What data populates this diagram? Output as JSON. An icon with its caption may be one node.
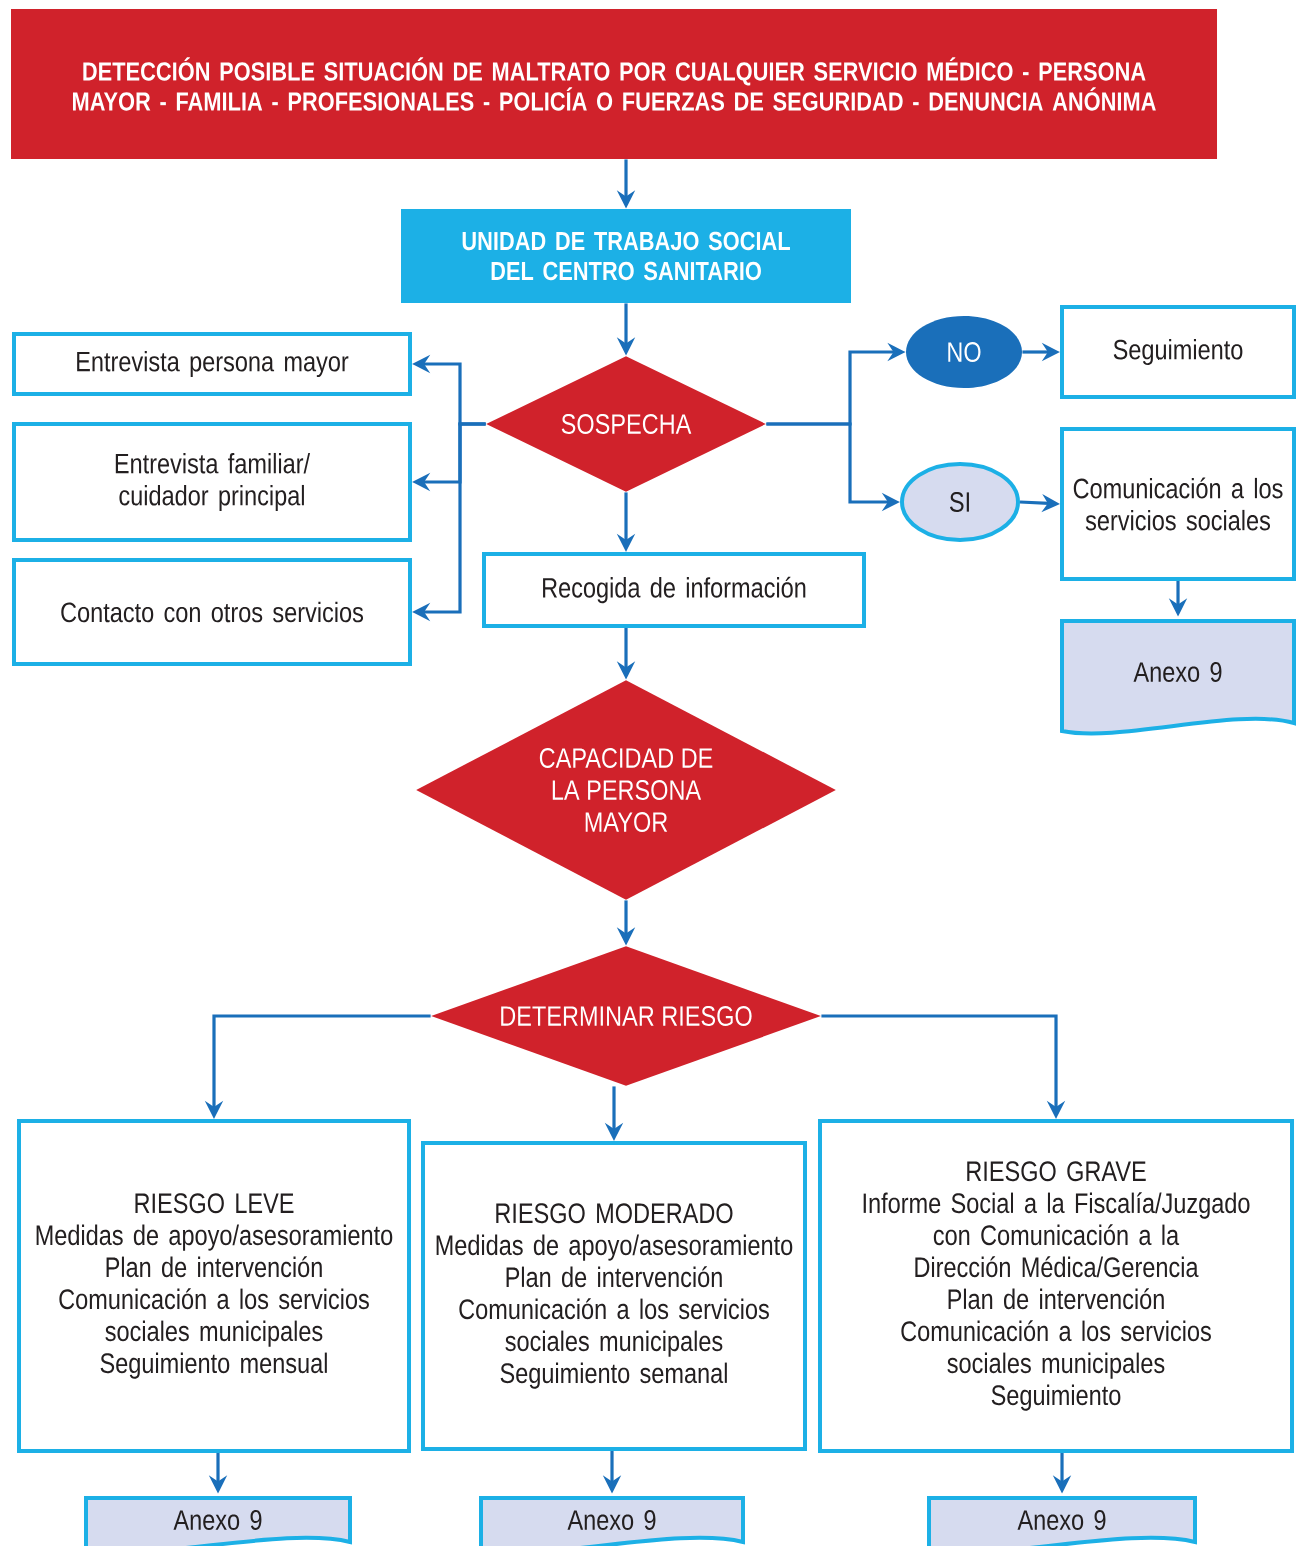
{
  "diagram": {
    "nodes": [
      {
        "text": [
          "DETECCIÓN POSIBLE SITUACIÓN DE MALTRATO POR CUALQUIER SERVICIO MÉDICO - PERSONA MAYOR - FAMILIA - PROFESIONALES - POLICÍA O FUERZAS DE SEGURIDAD - DENUNCIA ANÓNIMA"
        ]
      },
      {
        "text": [
          "UNIDAD DE TRABAJO SOCIAL DEL CENTRO SANITARIO"
        ]
      },
      {
        "text": [
          "SOSPECHA"
        ]
      },
      {
        "text": [
          "Entrevista persona mayor"
        ]
      },
      {
        "text": [
          "Entrevista familiar/ cuidador principal"
        ]
      },
      {
        "text": [
          "Contacto con otros servicios"
        ]
      },
      {
        "text": [
          "Recogida de información"
        ]
      },
      {
        "text": [
          "NO"
        ]
      },
      {
        "text": [
          "Seguimiento"
        ]
      },
      {
        "text": [
          "SI"
        ]
      },
      {
        "text": [
          "Comunicación a los servicios sociales"
        ]
      },
      {
        "text": [
          "Anexo 9"
        ]
      },
      {
        "text": [
          "CAPACIDAD DE LA PERSONA MAYOR"
        ]
      },
      {
        "text": [
          "DETERMINAR RIESGO"
        ]
      },
      {
        "text": [
          "RIESGO LEVE",
          "Medidas de apoyo/asesoramiento",
          "Plan de intervención",
          "Comunicación a los servicios sociales municipales",
          "Seguimiento mensual"
        ]
      },
      {
        "text": [
          "RIESGO MODERADO",
          "Medidas de apoyo/asesoramiento",
          "Plan de intervención",
          "Comunicación a los servicios sociales municipales",
          "Seguimiento semanal"
        ]
      },
      {
        "text": [
          "RIESGO GRAVE",
          "Informe Social a la Fiscalía/Juzgado con Comunicación a la Dirección Médica/Gerencia",
          "Plan de intervención",
          "Comunicación a los servicios sociales municipales",
          "Seguimiento"
        ]
      },
      {
        "text": [
          "Anexo 9"
        ]
      },
      {
        "text": [
          "Anexo 9"
        ]
      },
      {
        "text": [
          "Anexo 9"
        ]
      }
    ],
    "edges": [
      {
        "from": 0,
        "to": 1,
        "arrow": "to"
      },
      {
        "from": 1,
        "to": 2,
        "arrow": "to"
      },
      {
        "from": 2,
        "to": 3,
        "arrow": "to"
      },
      {
        "from": 2,
        "to": 4,
        "arrow": "to"
      },
      {
        "from": 2,
        "to": 5,
        "arrow": "to"
      },
      {
        "from": 2,
        "to": 6,
        "arrow": "to"
      },
      {
        "from": 2,
        "to": 7,
        "arrow": "to"
      },
      {
        "from": 2,
        "to": 9,
        "arrow": "to"
      },
      {
        "from": 7,
        "to": 8,
        "arrow": "to"
      },
      {
        "from": 9,
        "to": 10,
        "arrow": "to"
      },
      {
        "from": 10,
        "to": 11,
        "arrow": "to"
      },
      {
        "from": 6,
        "to": 12,
        "arrow": "to"
      },
      {
        "from": 12,
        "to": 13,
        "arrow": "to"
      },
      {
        "from": 13,
        "to": 14,
        "arrow": "to"
      },
      {
        "from": 13,
        "to": 15,
        "arrow": "to"
      },
      {
        "from": 13,
        "to": 16,
        "arrow": "to"
      },
      {
        "from": 14,
        "to": 17,
        "arrow": "to"
      },
      {
        "from": 15,
        "to": 18,
        "arrow": "to"
      },
      {
        "from": 16,
        "to": 19,
        "arrow": "to"
      }
    ]
  }
}
